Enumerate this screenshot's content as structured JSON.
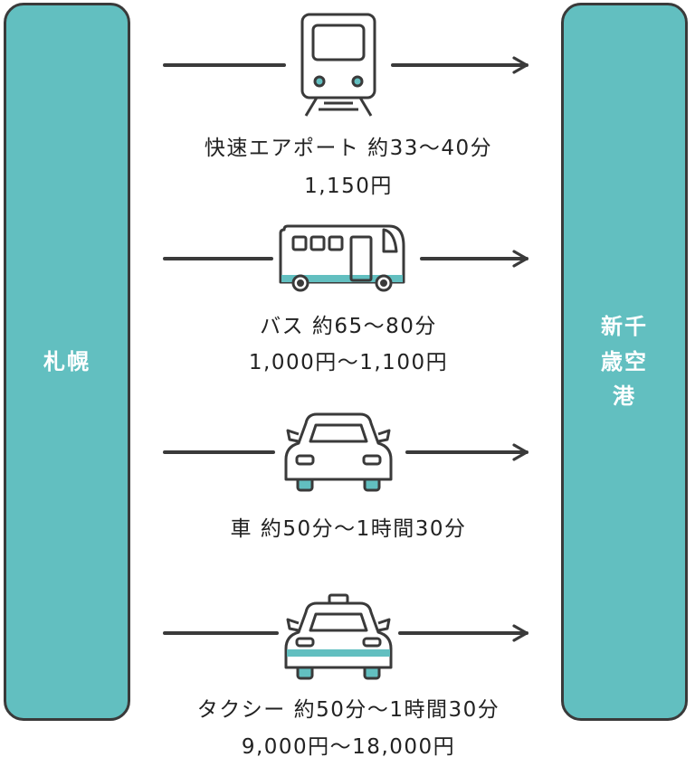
{
  "origin": {
    "label": "札幌"
  },
  "destination": {
    "label": "新千歳空港"
  },
  "routes": [
    {
      "icon": "train-icon",
      "name": "快速エアポート",
      "time": "約33〜40分",
      "fare": "1,150円"
    },
    {
      "icon": "bus-icon",
      "name": "バス",
      "time": "約65〜80分",
      "fare": "1,000円〜1,100円"
    },
    {
      "icon": "car-icon",
      "name": "車",
      "time": "約50分〜1時間30分",
      "fare": ""
    },
    {
      "icon": "taxi-icon",
      "name": "タクシー",
      "time": "約50分〜1時間30分",
      "fare": "9,000円〜18,000円"
    }
  ],
  "colors": {
    "accent": "#62bfc0",
    "stroke": "#3a3a3a"
  }
}
